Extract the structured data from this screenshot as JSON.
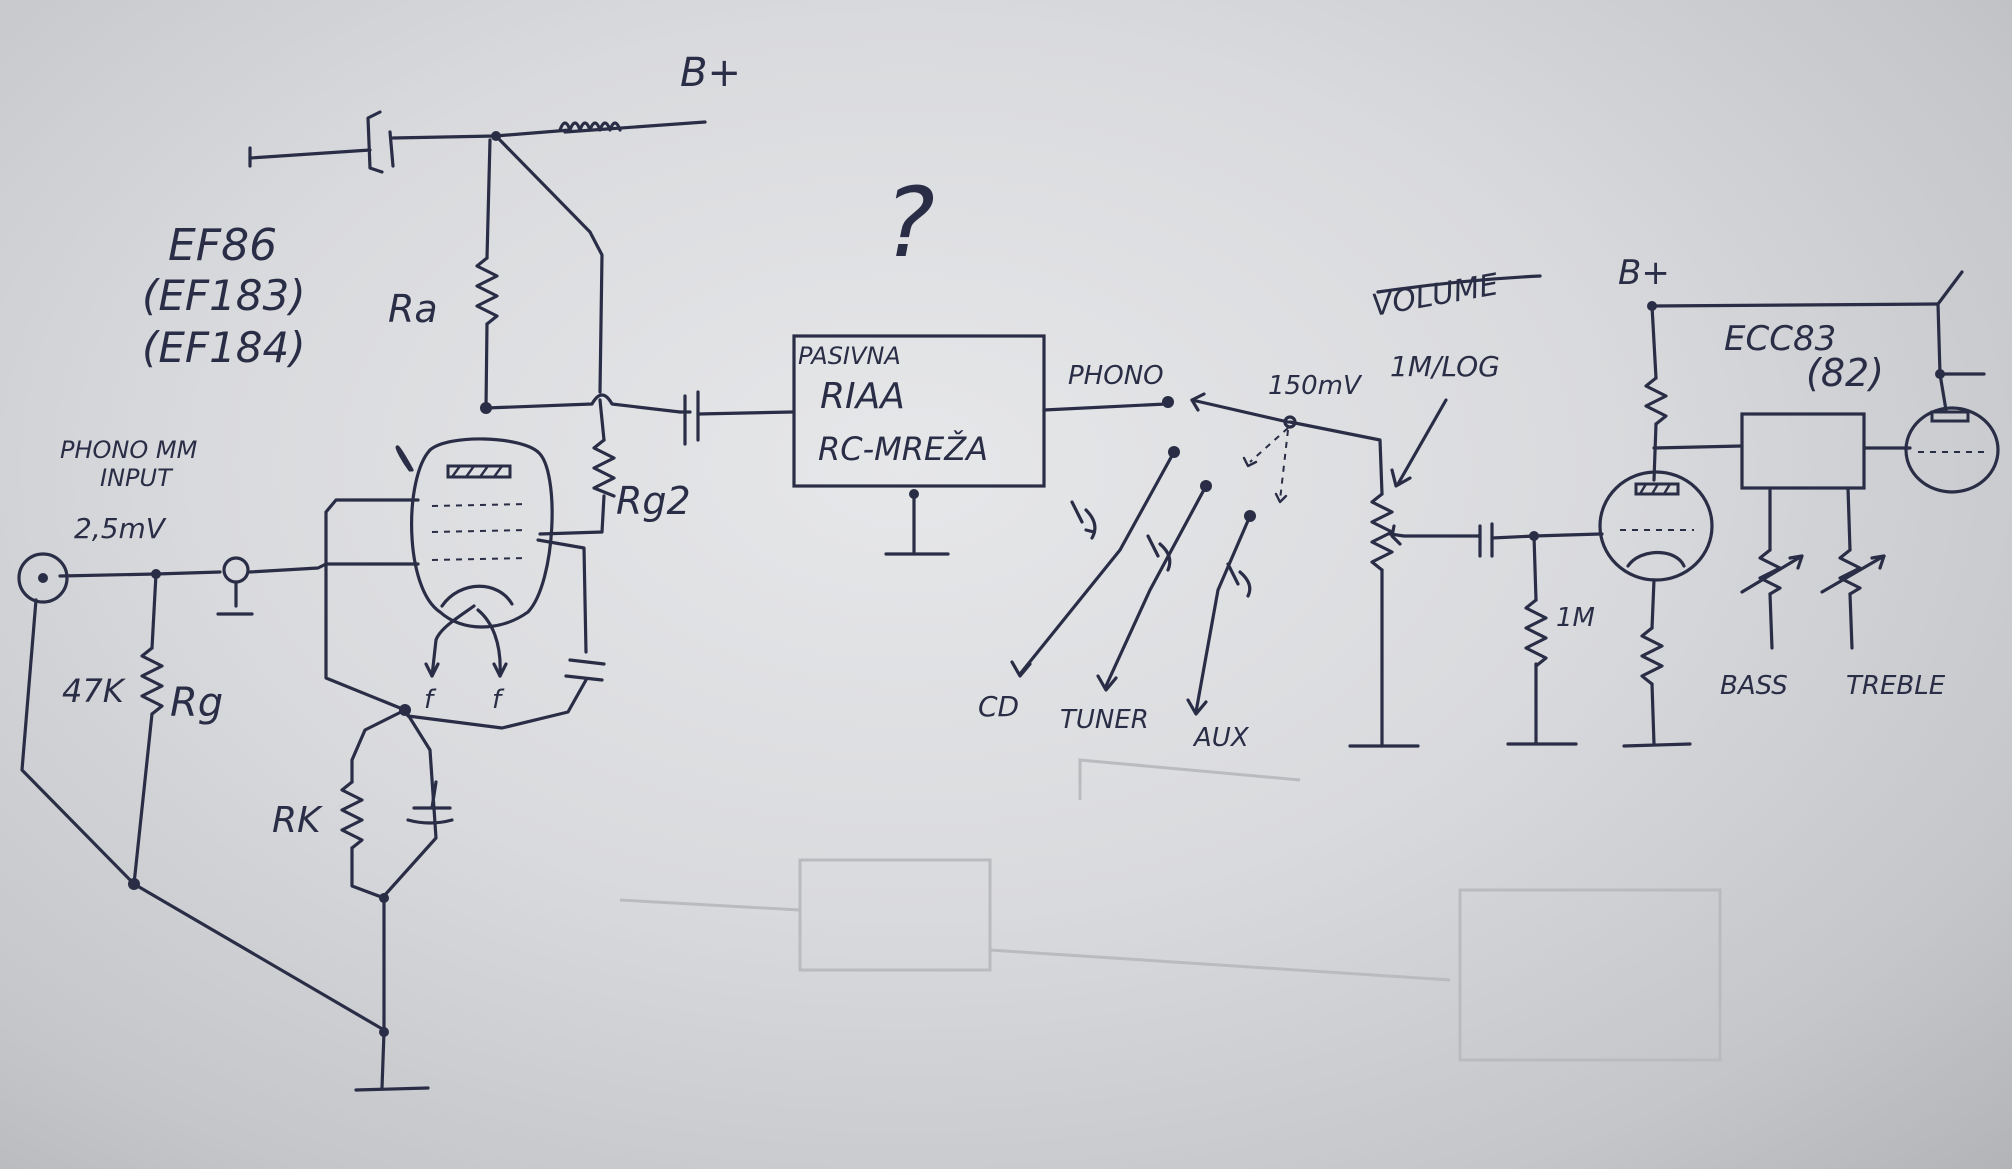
{
  "colors": {
    "ink": "#2a2d46",
    "paper": "#dfe0e3"
  },
  "labels": {
    "b_plus_left": "B+",
    "tube1_name": "EF86",
    "tube1_alt1": "(EF183)",
    "tube1_alt2": "(EF184)",
    "ra": "Ra",
    "rg2": "Rg2",
    "rg": "Rg",
    "r47k": "47K",
    "rk": "RK",
    "phono_mm_1": "PHONO MM",
    "phono_mm_2": "INPUT",
    "input_level": "2,5mV",
    "question": "?",
    "riaa_1": "PASIVNA",
    "riaa_2": "RIAA",
    "riaa_3": "RC-MREŽA",
    "phono": "PHONO",
    "level_150": "150mV",
    "volume": "VOLUME",
    "pot_value": "1M/LOG",
    "cd": "CD",
    "tuner": "TUNER",
    "aux": "AUX",
    "r1m": "1M",
    "b_plus_right": "B+",
    "tube2_name": "ECC83",
    "tube2_alt": "(82)",
    "bass": "BASS",
    "treble": "TREBLE",
    "heater_1": "f",
    "heater_2": "f"
  }
}
